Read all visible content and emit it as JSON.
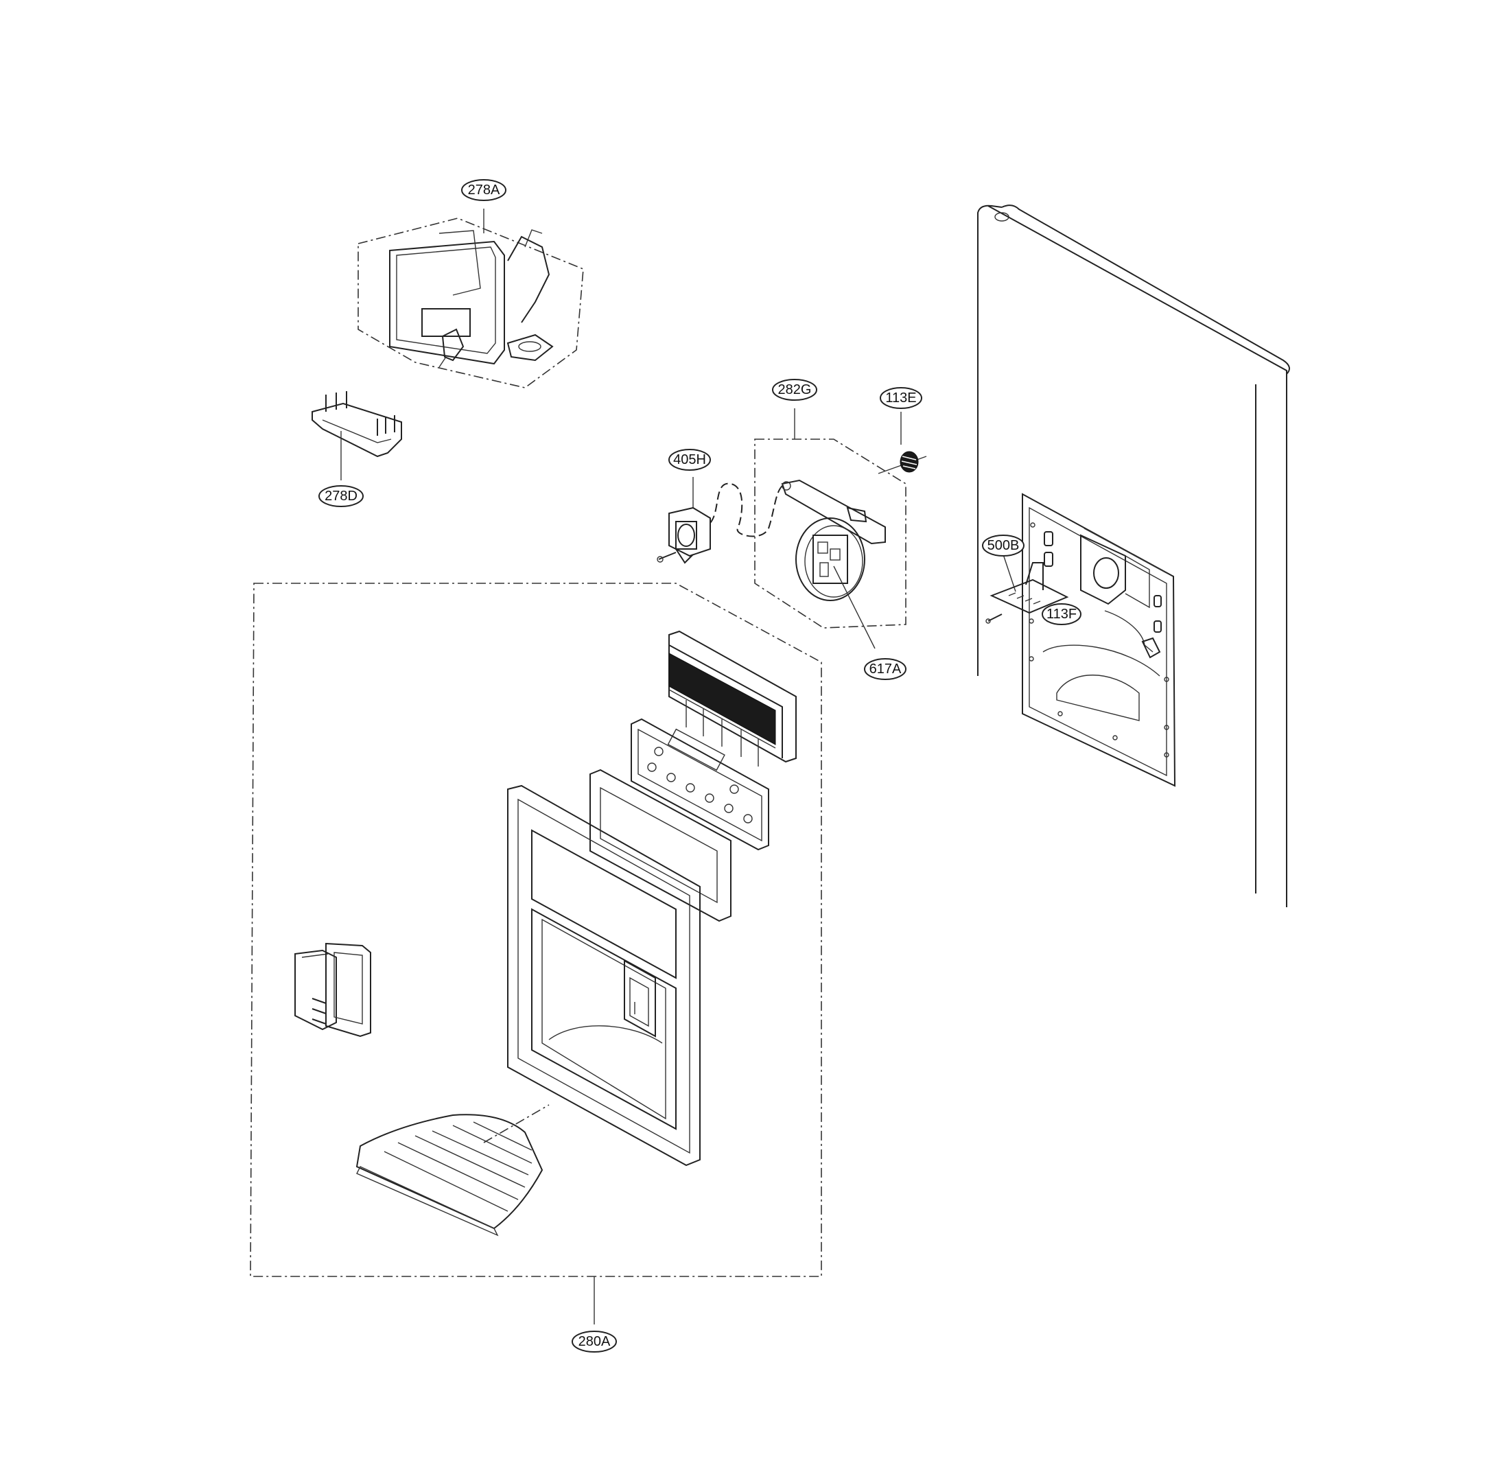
{
  "diagram": {
    "callouts": {
      "c278A": "278A",
      "c278D": "278D",
      "c282G": "282G",
      "c113E": "113E",
      "c405H": "405H",
      "c617A": "617A",
      "c500B": "500B",
      "c113F": "113F",
      "c280A": "280A"
    }
  }
}
